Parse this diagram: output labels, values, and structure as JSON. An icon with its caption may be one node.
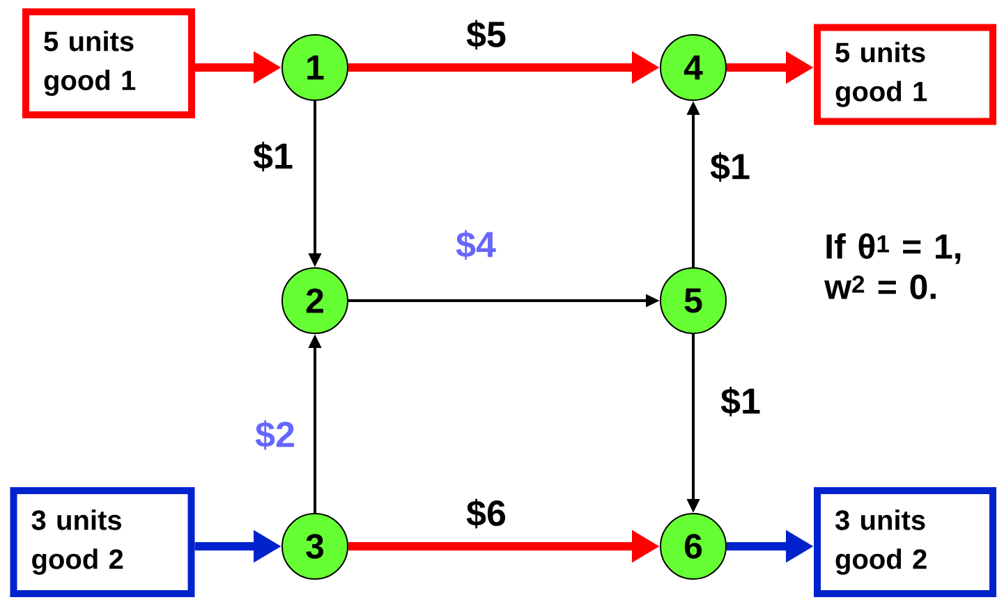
{
  "diagram": {
    "nodes": [
      {
        "text": [
          "5 units good 1"
        ]
      },
      {
        "text": [
          "1"
        ]
      },
      {
        "text": [
          "4"
        ]
      },
      {
        "text": [
          "5 units good 1"
        ]
      },
      {
        "text": [
          "2"
        ]
      },
      {
        "text": [
          "5"
        ]
      },
      {
        "text": [
          "3 units good 2"
        ]
      },
      {
        "text": [
          "3"
        ]
      },
      {
        "text": [
          "6"
        ]
      },
      {
        "text": [
          "3 units good 2"
        ]
      }
    ],
    "edges": [
      {
        "from": 0,
        "to": 1,
        "arrow": "to",
        "color": "#ff0000"
      },
      {
        "from": 1,
        "to": 2,
        "arrow": "to",
        "label": "$5",
        "color": "#ff0000"
      },
      {
        "from": 2,
        "to": 3,
        "arrow": "to",
        "color": "#ff0000"
      },
      {
        "from": 1,
        "to": 4,
        "arrow": "to",
        "label": "$1"
      },
      {
        "from": 5,
        "to": 2,
        "arrow": "to",
        "label": "$1"
      },
      {
        "from": 4,
        "to": 5,
        "arrow": "to",
        "label": "$4"
      },
      {
        "from": 7,
        "to": 4,
        "arrow": "to",
        "label": "$2"
      },
      {
        "from": 5,
        "to": 8,
        "arrow": "to",
        "label": "$1"
      },
      {
        "from": 7,
        "to": 8,
        "arrow": "to",
        "label": "$6",
        "color": "#ff0000"
      },
      {
        "from": 6,
        "to": 7,
        "arrow": "to",
        "color": "#0022cc"
      },
      {
        "from": 8,
        "to": 9,
        "arrow": "to",
        "color": "#0022cc"
      }
    ],
    "labels": [
      "If θ$^{1}$ = 1, w$^{2}$ = 0."
    ]
  }
}
